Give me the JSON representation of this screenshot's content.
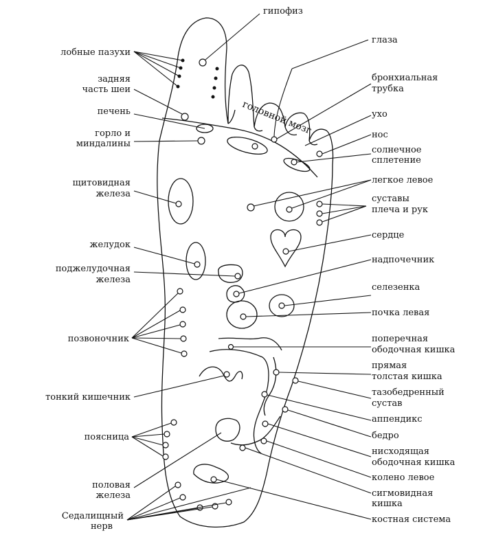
{
  "left_labels": {
    "lobnye_pazukhi": "лобные пазухи",
    "zadnyaya_1": "задняя",
    "zadnyaya_2": "часть шеи",
    "pechen": "печень",
    "gorlo_1": "горло и",
    "gorlo_2": "миндалины",
    "shchitovidnaya_1": "щитовидная",
    "shchitovidnaya_2": "железа",
    "zheludok": "желудок",
    "podzheludochnaya_1": "поджелудочная",
    "podzheludochnaya_2": "железа",
    "pozvonochnik": "позвоночник",
    "tonkiy": "тонкий кишечник",
    "poyasnitsa": "поясница",
    "polovaya_1": "половая",
    "polovaya_2": "железа",
    "sedalishchny_1": "Седалищный",
    "sedalishchny_2": "нерв"
  },
  "top_label": "гипофиз",
  "brain_label": "головной мозг",
  "right_labels": {
    "glaza": "глаза",
    "bronkh_1": "бронхиальная",
    "bronkh_2": "трубка",
    "ukho": "ухо",
    "nos": "нос",
    "solnechnoe_1": "солнечное",
    "solnechnoe_2": "сплетение",
    "legkoe": "легкое левое",
    "sustavy_1": "суставы",
    "sustavy_2": "плеча и рук",
    "serdtse": "сердце",
    "nadpochechnik": "надпочечник",
    "selezenka": "селезенка",
    "pochka": "почка левая",
    "poperechnaya_1": "поперечная",
    "poperechnaya_2": "ободочная кишка",
    "pryamaya_1": "прямая",
    "pryamaya_2": "толстая кишка",
    "tazobedr_1": "тазобедренный",
    "tazobedr_2": "сустав",
    "appendiks": "аппендикс",
    "bedro": "бедро",
    "niskhodyashchaya_1": "нисходящая",
    "niskhodyashchaya_2": "ободочная кишка",
    "koleno": "колено левое",
    "sigmovidnaya_1": "сигмовидная",
    "sigmovidnaya_2": "кишка",
    "kostnaya": "костная система"
  }
}
